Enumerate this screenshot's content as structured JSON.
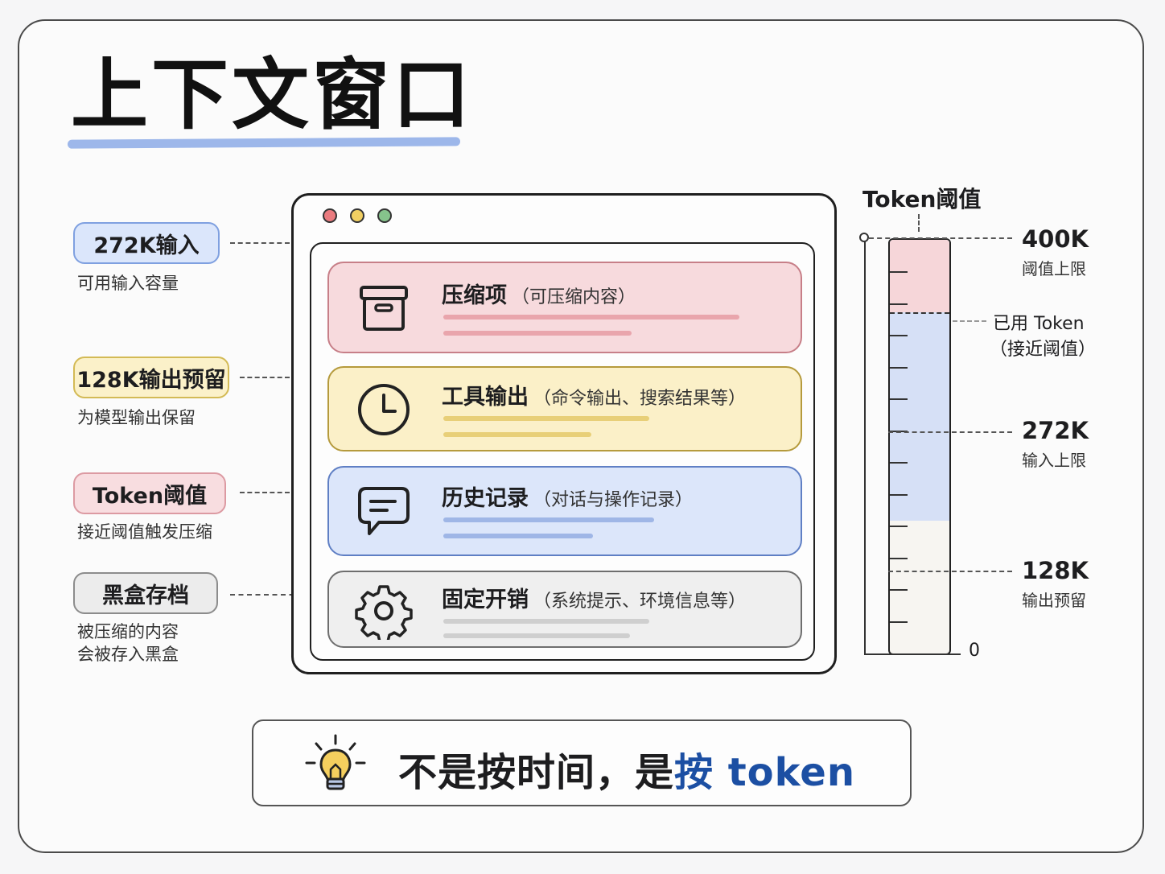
{
  "title": "上下文窗口",
  "labels": [
    {
      "tag": "272K输入",
      "desc": "可用输入容量"
    },
    {
      "tag": "128K输出预留",
      "desc": "为模型输出保留"
    },
    {
      "tag": "Token阈值",
      "desc": "接近阈值触发压缩"
    },
    {
      "tag": "黑盒存档",
      "desc_line1": "被压缩的内容",
      "desc_line2": "会被存入黑盒"
    }
  ],
  "rows": [
    {
      "title": "压缩项",
      "sub": "（可压缩内容）",
      "icon": "archive-box-icon",
      "color": "#e9a5ac"
    },
    {
      "title": "工具输出",
      "sub": "（命令输出、搜索结果等）",
      "icon": "clock-icon",
      "color": "#e8cf78"
    },
    {
      "title": "历史记录",
      "sub": "（对话与操作记录）",
      "icon": "chat-bubble-icon",
      "color": "#9fb6e6"
    },
    {
      "title": "固定开销",
      "sub": "（系统提示、环境信息等）",
      "icon": "gear-icon",
      "color": "#cfcfcf"
    }
  ],
  "gauge": {
    "title": "Token阈值",
    "max_value": 400,
    "zero_label": "0",
    "marks": [
      {
        "value": "400K",
        "desc": "阈值上限",
        "color": "#1d1d1f"
      },
      {
        "value": "已用 Token",
        "desc": "（接近阈值）",
        "color": "#d6404a"
      },
      {
        "value": "272K",
        "desc": "输入上限",
        "color": "#1c4fa3"
      },
      {
        "value": "128K",
        "desc": "输出预留",
        "color": "#c29b16"
      }
    ],
    "segments": [
      {
        "from": 128,
        "to": 400,
        "note": "blue region"
      },
      {
        "from": 330,
        "to": 400,
        "note": "red region"
      }
    ]
  },
  "callout": {
    "text_part1": "不是按时间，是",
    "text_part2": "按 token",
    "icon": "lightbulb-icon"
  }
}
